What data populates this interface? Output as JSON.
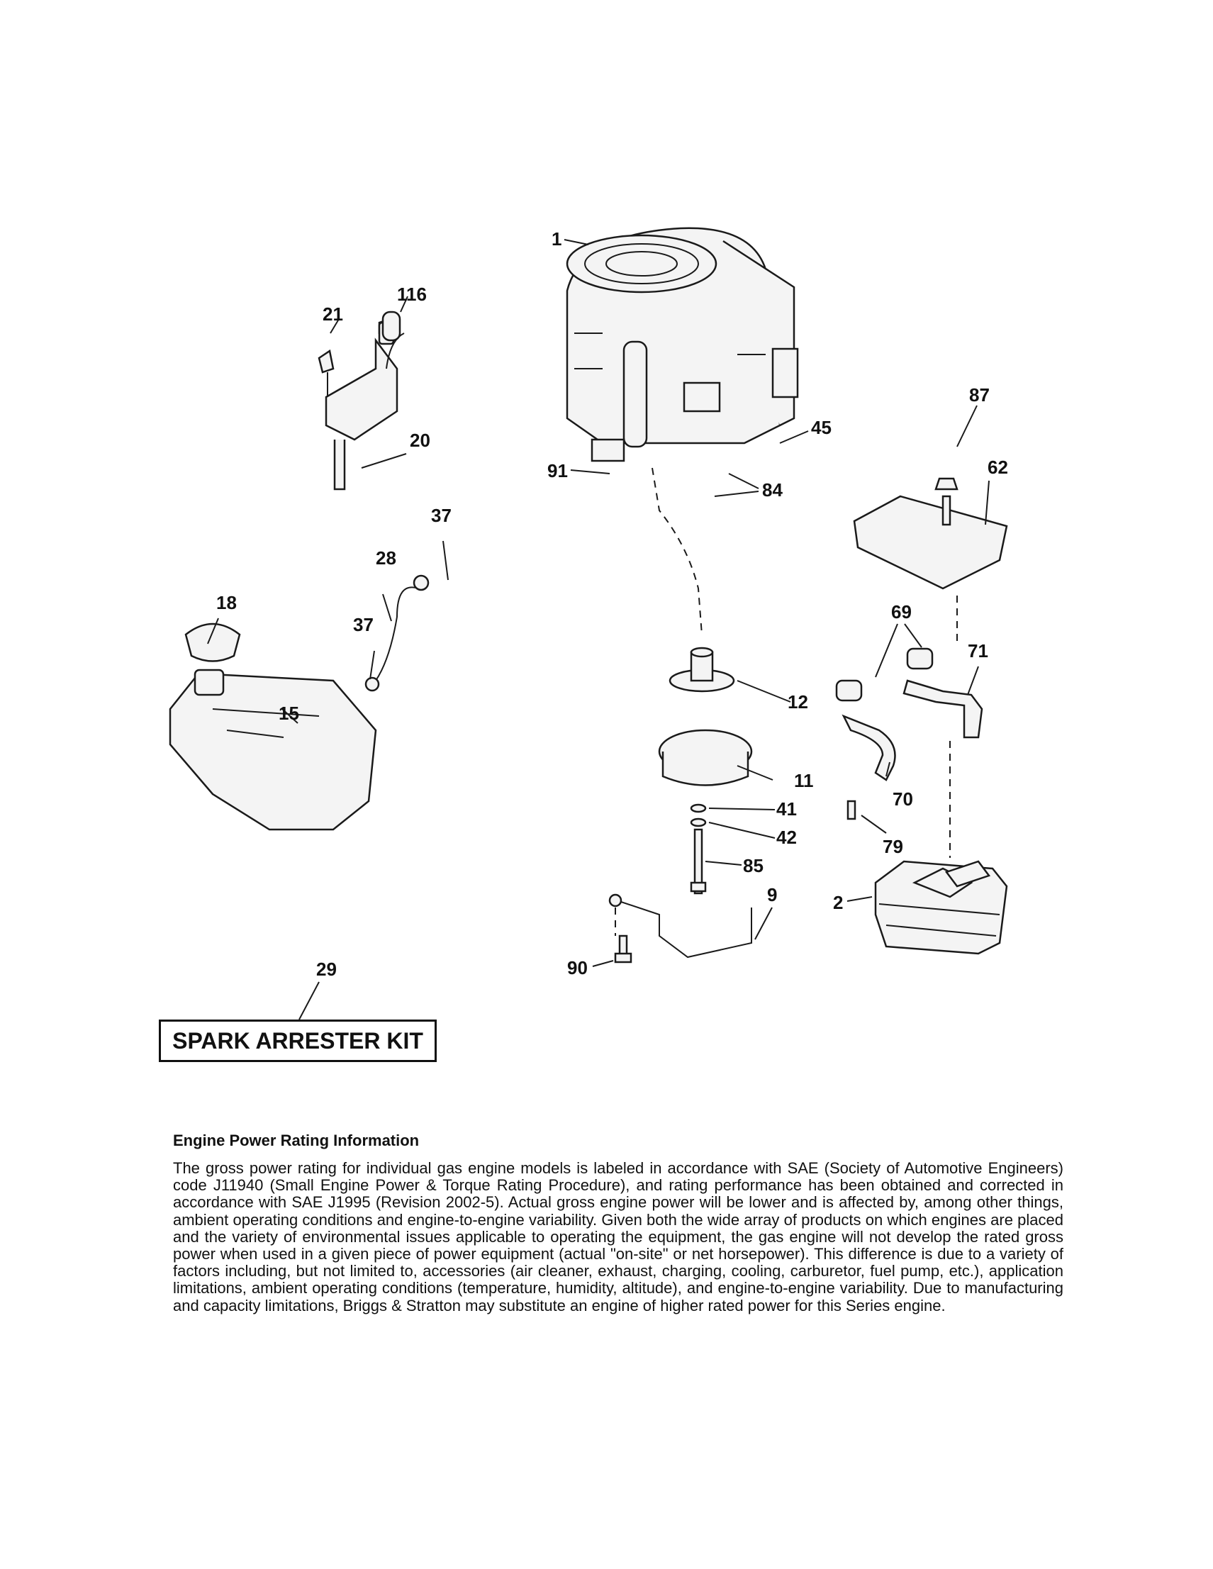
{
  "callouts": {
    "c1": "1",
    "c116": "116",
    "c21": "21",
    "c20": "20",
    "c37a": "37",
    "c28": "28",
    "c37b": "37",
    "c18": "18",
    "c15": "15",
    "c45": "45",
    "c91": "91",
    "c84": "84",
    "c87": "87",
    "c62": "62",
    "c69": "69",
    "c71": "71",
    "c12": "12",
    "c11": "11",
    "c41": "41",
    "c42": "42",
    "c85": "85",
    "c9": "9",
    "c90": "90",
    "c70": "70",
    "c79": "79",
    "c2": "2",
    "c29": "29"
  },
  "kit_label": "SPARK ARRESTER KIT",
  "info": {
    "title": "Engine Power Rating Information",
    "body": "The gross power rating for individual gas engine models is labeled in accordance with SAE (Society of Automotive Engineers) code J11940 (Small Engine Power & Torque Rating Procedure), and rating performance has been obtained and corrected in accordance with SAE J1995 (Revision 2002-5). Actual gross engine power will be lower and is affected by, among other things, ambient operating conditions and engine-to-engine variability. Given both the wide array of products on which engines are placed and the variety of environmental issues applicable to operating the equipment, the gas engine will not develop the rated gross power when used in a given piece of power equipment (actual \"on-site\" or net horsepower). This difference is due to a variety of factors including, but not limited to, accessories (air cleaner, exhaust, charging, cooling, carburetor, fuel pump, etc.), application limitations, ambient operating conditions (temperature, humidity, altitude), and engine-to-engine variability. Due to manufacturing and capacity limitations, Briggs & Stratton may substitute an engine of higher rated power for this Series engine."
  }
}
